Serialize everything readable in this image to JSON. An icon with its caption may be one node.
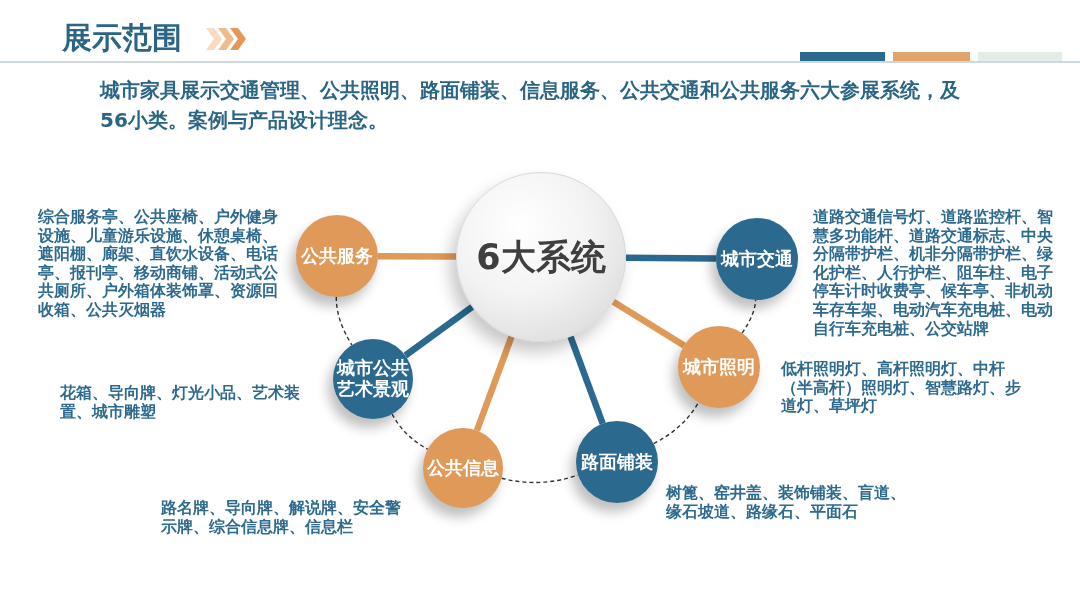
{
  "diagram": {
    "title": "展示范围",
    "nodes": [
      {
        "text": [
          "公共服务"
        ],
        "beside": [
          "综合服务亭、公共座椅、户外健身设施、儿童游乐设施、休憩桌椅、遮阳棚、廊架、直饮水设备、电话亭、报刊亭、移动商铺、活动式公共厕所、户外箱体装饰罩、资源回收箱、公共灭烟器"
        ]
      },
      {
        "text": [
          "6大系统"
        ]
      },
      {
        "text": [
          "城市交通"
        ],
        "beside": [
          "道路交通信号灯、道路监控杆、智慧多功能杆、道路交通标志、中央分隔带护栏、机非分隔带护栏、绿化护栏、人行护栏、阻车柱、电子停车计时收费亭、候车亭、非机动车存车架、电动汽车充电桩、电动自行车充电桩、公交站牌"
        ]
      },
      {
        "text": [
          "城市公共艺术景观"
        ],
        "beside": [
          "花箱、导向牌、灯光小品、艺术装置、城市雕塑"
        ]
      },
      {
        "text": [
          "城市照明"
        ],
        "beside": [
          "低杆照明灯、高杆照明灯、中杆（半高杆）照明灯、智慧路灯、步道灯、草坪灯"
        ]
      },
      {
        "text": [
          "公共信息"
        ],
        "beside": [
          "路名牌、导向牌、解说牌、安全警示牌、综合信息牌、信息栏"
        ]
      },
      {
        "text": [
          "路面铺装"
        ],
        "beside": [
          "树篦、窑井盖、装饰铺装、盲道、缘石坡道、路缘石、平面石"
        ]
      }
    ],
    "edges": [
      {
        "from": 1,
        "to": 0,
        "arrow": "none",
        "color": "#df9a59"
      },
      {
        "from": 1,
        "to": 2,
        "arrow": "none",
        "color": "#2b6a8e"
      },
      {
        "from": 1,
        "to": 3,
        "arrow": "none",
        "color": "#2b6a8e"
      },
      {
        "from": 1,
        "to": 5,
        "arrow": "none",
        "color": "#df9a59"
      },
      {
        "from": 1,
        "to": 6,
        "arrow": "none",
        "color": "#2b6a8e"
      },
      {
        "from": 1,
        "to": 4,
        "arrow": "none",
        "color": "#df9a59"
      },
      {
        "from": 0,
        "to": 3,
        "arrow": "none",
        "style": "dashed",
        "color": "#333333"
      },
      {
        "from": 3,
        "to": 5,
        "arrow": "none",
        "style": "dashed",
        "color": "#333333"
      },
      {
        "from": 5,
        "to": 6,
        "arrow": "none",
        "style": "dashed",
        "color": "#333333"
      },
      {
        "from": 6,
        "to": 4,
        "arrow": "none",
        "style": "dashed",
        "color": "#333333"
      },
      {
        "from": 4,
        "to": 2,
        "arrow": "none",
        "style": "dashed",
        "color": "#333333"
      }
    ],
    "labels": [
      "城市家具展示交通管理、公共照明、路面铺装、信息服务、公共交通和公共服务六大参展系统，及56小类。案例与产品设计理念。"
    ]
  }
}
